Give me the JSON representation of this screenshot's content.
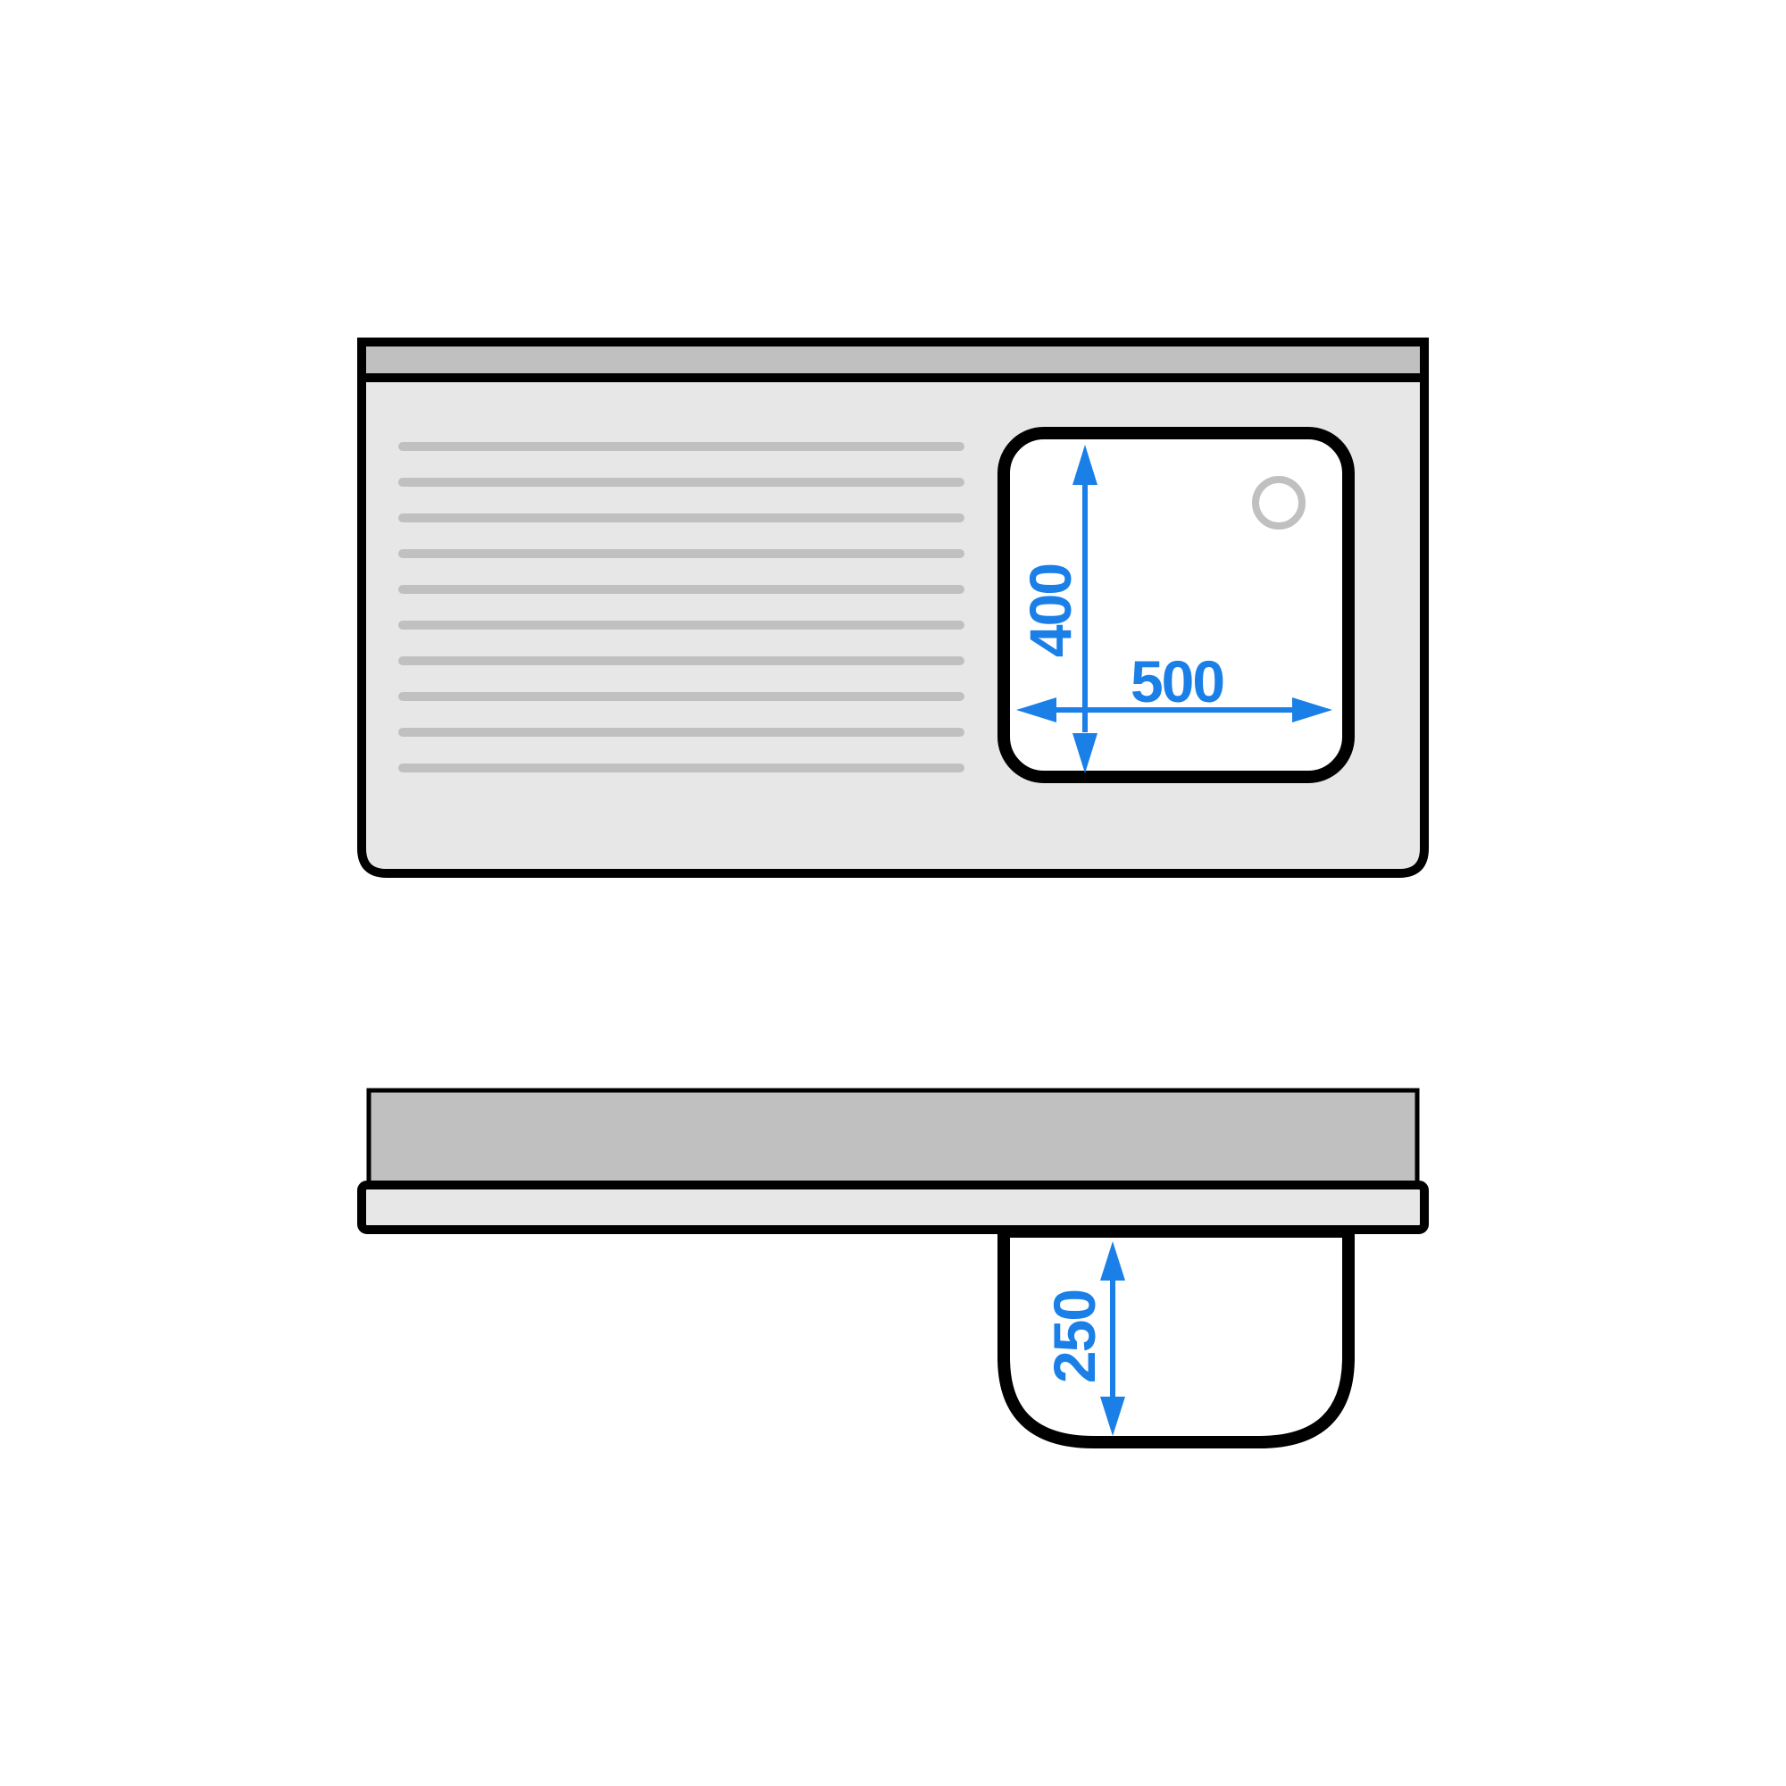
{
  "diagram": {
    "type": "sink-technical-drawing",
    "views": [
      {
        "name": "top-view",
        "description": "Sink unit seen from above: drainer with grooves on left, bowl on right"
      },
      {
        "name": "front-view",
        "description": "Sink unit seen from front: backsplash, worktop lip, bowl below"
      }
    ]
  },
  "top_view": {
    "drainer_groove_count": 10,
    "bowl": {
      "width_label": "500",
      "depth_label": "400"
    },
    "drain_hole": "drain-circle"
  },
  "front_view": {
    "bowl": {
      "height_label": "250"
    }
  },
  "colors": {
    "outline": "#000000",
    "surface": "#e7e7e7",
    "strip": "#c0c0c0",
    "groove": "#c0c0c0",
    "bowl_fill": "#ffffff",
    "dimension": "#1a7fe6",
    "drain": "#c0c0c0"
  }
}
